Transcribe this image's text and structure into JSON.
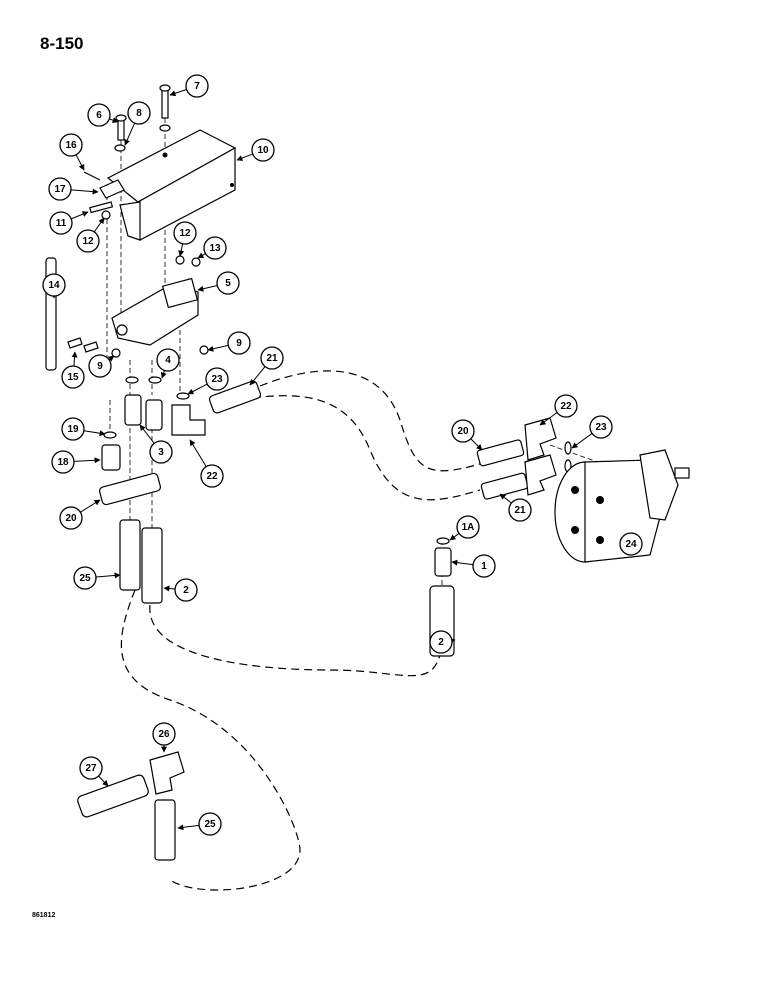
{
  "page": {
    "page_number": "8-150",
    "drawing_number": "861812"
  },
  "callouts": [
    "1",
    "1A",
    "2",
    "2",
    "3",
    "4",
    "5",
    "6",
    "7",
    "8",
    "9",
    "9",
    "10",
    "11",
    "12",
    "12",
    "13",
    "14",
    "15",
    "16",
    "17",
    "18",
    "19",
    "20",
    "20",
    "21",
    "21",
    "22",
    "22",
    "23",
    "23",
    "24",
    "25",
    "25",
    "26",
    "27"
  ]
}
